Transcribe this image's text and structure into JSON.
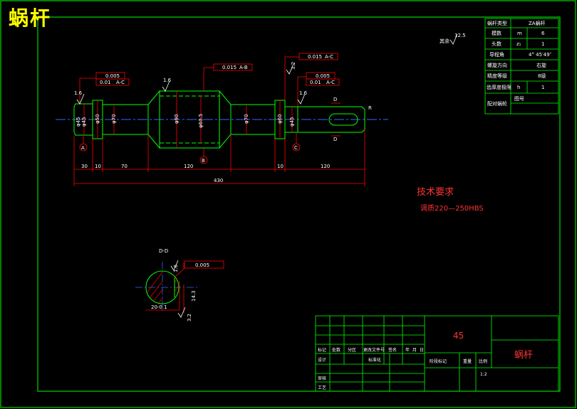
{
  "title": "蜗杆",
  "colors": {
    "frame": "#00ff00",
    "dimension": "#ff0000",
    "outline": "#00ff00",
    "text_white": "#ffffff",
    "text_yellow": "#ffff00",
    "text_red": "#ff3333",
    "centerline": "#3366ff"
  },
  "shaft": {
    "datums": {
      "a": "A",
      "b": "B",
      "c": "C"
    },
    "roughness": {
      "left": "1.6",
      "mid": "1.6",
      "right": "1.6",
      "top": "3.2"
    },
    "tolerances": {
      "left_runout": "0.005",
      "left_circ": "0.01",
      "left_ref": "A-C",
      "mid_circ": "0.015",
      "mid_ref": "A-B",
      "top_circ": "0.015",
      "top_ref": "A-C",
      "right_runout": "0.005",
      "right_circ": "0.01",
      "right_ref": "A-C"
    },
    "diameters": {
      "d1": "φ45",
      "d2": "φ50",
      "d3": "φ70",
      "d4": "φ90",
      "d5": "φ60.5",
      "d6": "φ70",
      "d7": "φ60",
      "d8": "φ45",
      "d9": "φ45"
    },
    "lengths": {
      "l1": "30",
      "l2": "10",
      "l3": "70",
      "l4": "120",
      "l5": "10",
      "l6": "120",
      "total": "430"
    },
    "section_marks": {
      "top": "D",
      "bottom": "D"
    },
    "keyway_label": "R"
  },
  "section": {
    "label": "D-D",
    "flatness": "0.005",
    "roughness_side": "1.6",
    "roughness_bottom": "3.2",
    "width_dim": "20-0.1",
    "height_dim": "14.3"
  },
  "roughness_note": {
    "label": "其余",
    "value": "12.5"
  },
  "tech_requirements": {
    "heading": "技术要求",
    "items": [
      "调质220—250HBS"
    ]
  },
  "params_table": {
    "header": [
      "蜗杆类型",
      "ZA蜗杆"
    ],
    "rows": [
      [
        "模数",
        "m",
        "6"
      ],
      [
        "头数",
        "z₁",
        "1"
      ],
      [
        "导程角",
        "",
        "4° 45′49″"
      ],
      [
        "螺旋方向",
        "",
        "右旋"
      ],
      [
        "精度等级",
        "",
        "8级"
      ],
      [
        "齿厚度极限",
        "h",
        "1"
      ],
      [
        "配对蜗轮",
        "图号",
        ""
      ]
    ]
  },
  "title_block": {
    "material": "45",
    "part_name": "蜗杆",
    "rev_headers": [
      "标记",
      "处数",
      "分区",
      "更改文件号",
      "签名",
      "年",
      "月",
      "日"
    ],
    "design": "设计",
    "standard": "标准化",
    "review": "审核",
    "process": "工艺",
    "stage_mark": "阶段标记",
    "weight": "重量",
    "scale_label": "比例",
    "scale": "1:2"
  }
}
